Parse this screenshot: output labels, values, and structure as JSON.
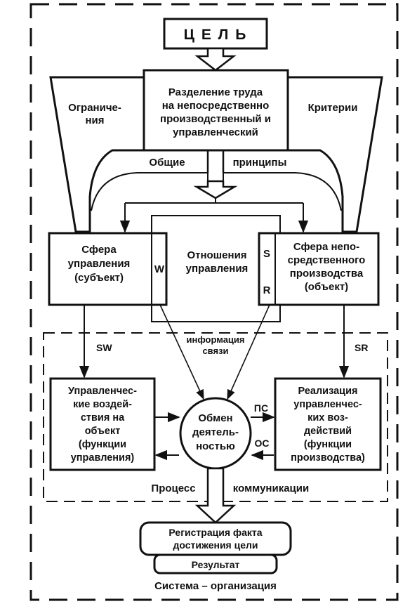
{
  "goal": "Ц Е Л Ь",
  "division": [
    "Разделение труда",
    "на непосредственно",
    "производственный и",
    "управленческий"
  ],
  "constraints": [
    "Ограниче-",
    "ния"
  ],
  "criteria": "Критерии",
  "principles_left": "Общие",
  "principles_right": "принципы",
  "mgmt_sphere": [
    "Сфера",
    "управления",
    "(субъект)"
  ],
  "relations": [
    "Отношения",
    "управления"
  ],
  "prod_sphere": [
    "Сфера непо-",
    "средственного",
    "производства",
    "(объект)"
  ],
  "letter_w": "W",
  "letter_s": "S",
  "letter_r": "R",
  "sw_label": "SW",
  "sr_label": "SR",
  "info_links": [
    "информация",
    "связи"
  ],
  "mgmt_actions": [
    "Управленчес-",
    "кие воздей-",
    "ствия на",
    "объект",
    "(функции",
    "управления)"
  ],
  "exchange": [
    "Обмен",
    "деятель-",
    "ностью"
  ],
  "ps_label": "ПС",
  "os_label": "ОС",
  "realization": [
    "Реализация",
    "управленчес-",
    "ких воз-",
    "действий",
    "(функции",
    "производства)"
  ],
  "process_left": "Процесс",
  "process_right": "коммуникации",
  "registration": [
    "Регистрация факта",
    "достижения цели"
  ],
  "result": "Результат",
  "system": "Система – организация"
}
